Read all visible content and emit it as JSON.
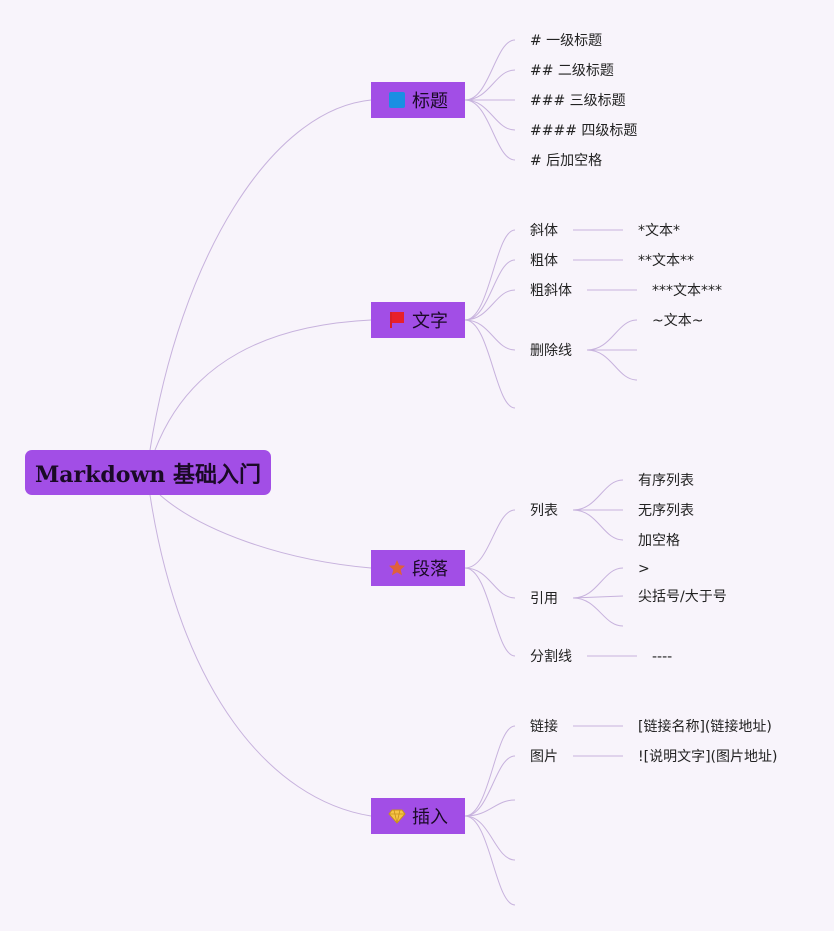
{
  "root": "Markdown 基础入门",
  "colors": {
    "node": "#a24ee6",
    "link": "#c7b2dd",
    "background": "#f8f4fb"
  },
  "branches": [
    {
      "label": "标题",
      "icon": "blue-square-icon",
      "items": [
        "# 一级标题",
        "## 二级标题",
        "### 三级标题",
        "#### 四级标题",
        "# 后加空格"
      ]
    },
    {
      "label": "文字",
      "icon": "red-flag-icon",
      "items": [
        "斜体",
        "*文本*",
        "粗体",
        "**文本**",
        "粗斜体",
        "***文本***",
        "删除线",
        "~文本~"
      ]
    },
    {
      "label": "段落",
      "icon": "star-icon",
      "items": [
        "列表",
        "有序列表",
        "无序列表",
        "加空格",
        "引用",
        ">",
        "尖括号/大于号",
        "分割线",
        "----"
      ]
    },
    {
      "label": "插入",
      "icon": "diamond-icon",
      "items": [
        "链接",
        "[链接名称](链接地址)",
        "图片",
        "![说明文字](图片地址)"
      ]
    }
  ]
}
